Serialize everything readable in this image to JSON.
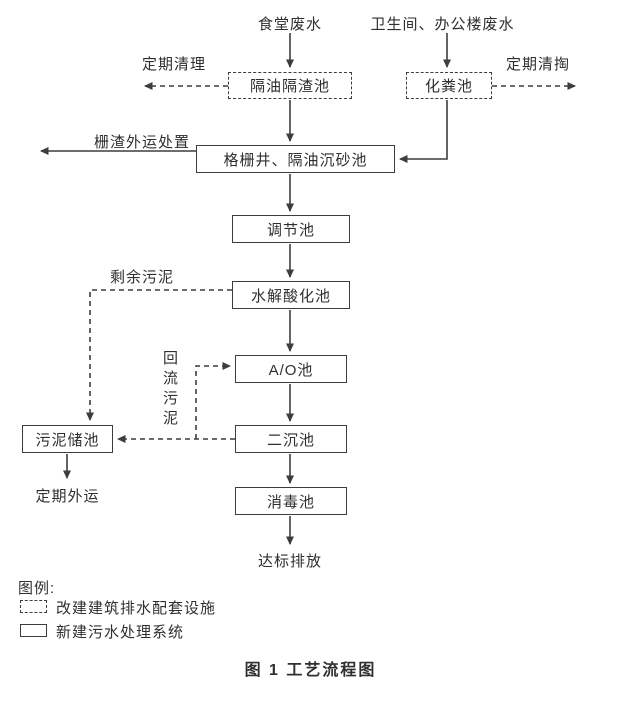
{
  "diagram": {
    "inputs": {
      "canteen": "食堂废水",
      "toilet_office": "卫生间、办公楼废水"
    },
    "nodes": {
      "oil_residue_tank": "隔油隔渣池",
      "septic_tank": "化粪池",
      "grid_well": "格栅井、隔油沉砂池",
      "regulating_tank": "调节池",
      "hydrolysis_tank": "水解酸化池",
      "ao_tank": "A/O池",
      "secondary_tank": "二沉池",
      "disinfection_tank": "消毒池",
      "sludge_storage_tank": "污泥储池"
    },
    "flow_labels": {
      "periodic_cleaning": "定期清理",
      "periodic_cleanout": "定期清掏",
      "screen_residue_disposal": "栅渣外运处置",
      "excess_sludge": "剩余污泥",
      "return_sludge": "回流污泥",
      "periodic_transport": "定期外运",
      "discharge": "达标排放"
    },
    "legend": {
      "title": "图例:",
      "dashed_item": "改建建筑排水配套设施",
      "solid_item": "新建污水处理系统"
    },
    "caption": "图 1 工艺流程图"
  },
  "colors": {
    "line": "#3d3d3d",
    "text": "#2f2f2f",
    "background": "#ffffff"
  }
}
